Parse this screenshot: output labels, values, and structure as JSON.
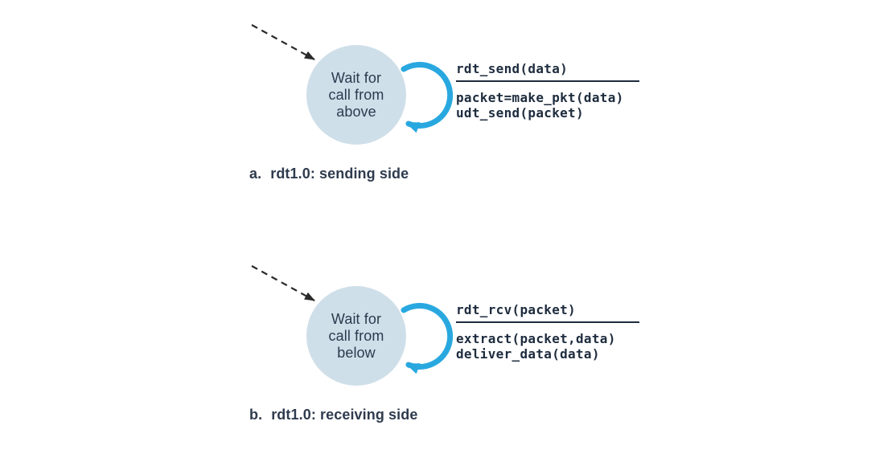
{
  "palette": {
    "background": "#ffffff",
    "state_fill": "#cfdfe9",
    "loop_arrow": "#29a8e0",
    "initial_arrow": "#2b2b2b",
    "state_text": "#2c3a4e",
    "code_text": "#1e2c3e",
    "caption_text": "#2f3b4e"
  },
  "figures": [
    {
      "state": {
        "lines": [
          "Wait for",
          "call from",
          "above"
        ]
      },
      "transition": {
        "event": "rdt_send(data)",
        "actions": [
          "packet=make_pkt(data)",
          "udt_send(packet)"
        ]
      },
      "caption": {
        "prefix": "a.",
        "text": "rdt1.0: sending side"
      }
    },
    {
      "state": {
        "lines": [
          "Wait for",
          "call from",
          "below"
        ]
      },
      "transition": {
        "event": "rdt_rcv(packet)",
        "actions": [
          "extract(packet,data)",
          "deliver_data(data)"
        ]
      },
      "caption": {
        "prefix": "b.",
        "text": "rdt1.0: receiving side"
      }
    }
  ]
}
